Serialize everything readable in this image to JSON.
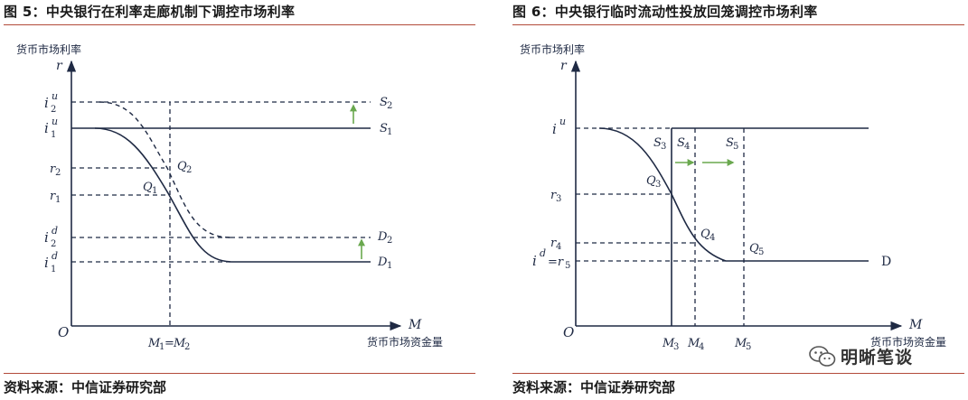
{
  "left": {
    "title": "图 5：中央银行在利率走廊机制下调控市场利率",
    "source": "资料来源：中信证券研究部",
    "y_axis_title": "货币市场利率",
    "x_axis_title": "货币市场资金量",
    "labels": {
      "r": "r",
      "M": "M",
      "O": "O",
      "i2u_base": "i",
      "i2u_sup": "u",
      "i2u_sub": "2",
      "i1u_base": "i",
      "i1u_sup": "u",
      "i1u_sub": "1",
      "r2_base": "r",
      "r2_sub": "2",
      "r1_base": "r",
      "r1_sub": "1",
      "i2d_base": "i",
      "i2d_sup": "d",
      "i2d_sub": "2",
      "i1d_base": "i",
      "i1d_sup": "d",
      "i1d_sub": "1",
      "S2_base": "S",
      "S2_sub": "2",
      "S1_base": "S",
      "S1_sub": "1",
      "D2_base": "D",
      "D2_sub": "2",
      "D1_base": "D",
      "D1_sub": "1",
      "Q2_base": "Q",
      "Q2_sub": "2",
      "Q1_base": "Q",
      "Q1_sub": "1",
      "M1_base": "M",
      "M1_sub": "1",
      "eq": "=",
      "M2_base": "M",
      "M2_sub": "2"
    }
  },
  "right": {
    "title": "图 6：中央银行临时流动性投放回笼调控市场利率",
    "source": "资料来源：中信证券研究部",
    "y_axis_title": "货币市场利率",
    "x_axis_title": "货币市场资金量",
    "labels": {
      "r": "r",
      "M": "M",
      "O": "O",
      "iu_base": "i",
      "iu_sup": "u",
      "r3_base": "r",
      "r3_sub": "3",
      "r4_base": "r",
      "r4_sub": "4",
      "id_base": "i",
      "id_sup": "d",
      "id_eq": "=r",
      "id_sub": "5",
      "S3_base": "S",
      "S3_sub": "3",
      "S4_base": "S",
      "S4_sub": "4",
      "S5_base": "S",
      "S5_sub": "5",
      "Q3_base": "Q",
      "Q3_sub": "3",
      "Q4_base": "Q",
      "Q4_sub": "4",
      "Q5_base": "Q",
      "Q5_sub": "5",
      "D": "D",
      "M3_base": "M",
      "M3_sub": "3",
      "M4_base": "M",
      "M4_sub": "4",
      "M5_base": "M",
      "M5_sub": "5"
    }
  },
  "watermark": {
    "text": "明晰笔谈",
    "icon": "wechat-icon"
  },
  "colors": {
    "ink": "#1f2a44",
    "arrow": "#6aa84f",
    "rule": "#b34a3a"
  }
}
